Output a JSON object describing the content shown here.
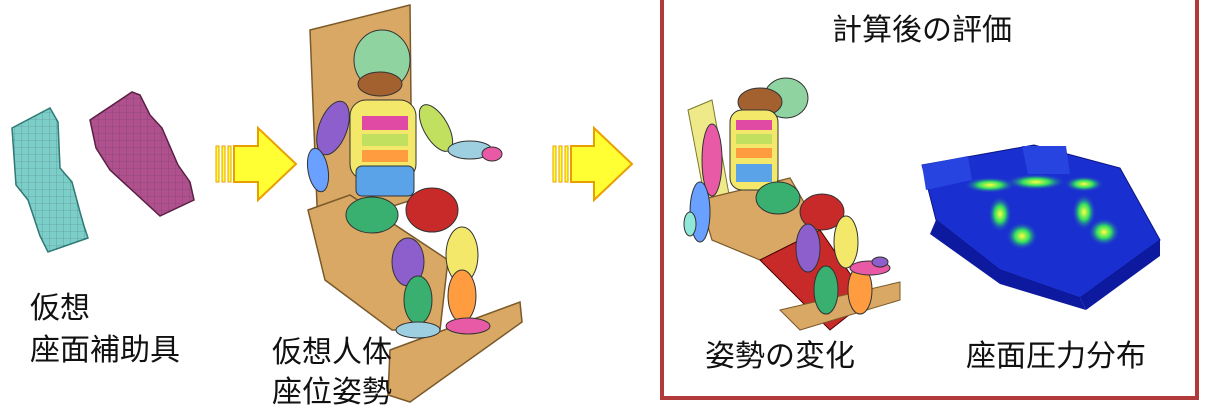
{
  "labels": {
    "virtual": "仮想",
    "seat_aid": "座面補助具",
    "virtual_body": "仮想人体",
    "sitting_posture": "座位姿勢",
    "eval_title": "計算後の評価",
    "posture_change": "姿勢の変化",
    "seat_pressure": "座面圧力分布"
  },
  "colors": {
    "frame": "#b03a3a",
    "arrow_fill": "#ffff33",
    "arrow_stroke": "#e8a000",
    "teal_mesh": "#7ccfc8",
    "magenta_mesh": "#b0508c",
    "chair": "#d9a865",
    "pressure_bg": "#1a2fd0"
  },
  "icons": [
    "flow-arrow-icon"
  ]
}
